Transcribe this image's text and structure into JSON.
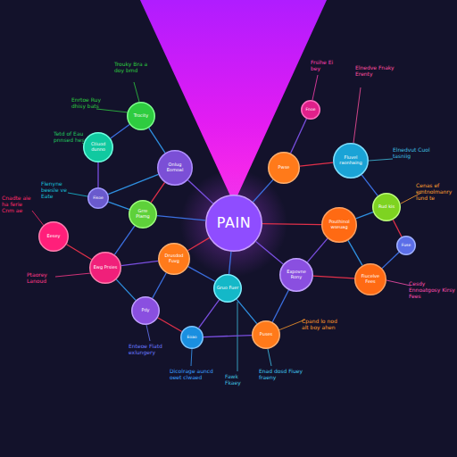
{
  "diagram": {
    "nodes": [
      {
        "text": [
          "Fnoe"
        ]
      },
      {
        "text": [
          "Trocity"
        ]
      },
      {
        "text": [
          "Ctiuod dunno"
        ]
      },
      {
        "text": [
          "Fluvel raonhaing"
        ]
      },
      {
        "text": [
          "Onlug Eomoal"
        ]
      },
      {
        "text": [
          "Pwse"
        ]
      },
      {
        "text": [
          "Fisoe"
        ]
      },
      {
        "text": [
          "Rud kis"
        ]
      },
      {
        "text": [
          "Grre Plamg"
        ]
      },
      {
        "text": [
          "PAIN"
        ]
      },
      {
        "text": [
          "Pouthinol wseuag"
        ]
      },
      {
        "text": [
          "Eesey"
        ]
      },
      {
        "text": [
          "Fuse"
        ]
      },
      {
        "text": [
          "Drusdod Fuvg"
        ]
      },
      {
        "text": [
          "Ewg Prsies"
        ]
      },
      {
        "text": [
          "Expovne Rony"
        ]
      },
      {
        "text": [
          "Fiucelve Fees"
        ]
      },
      {
        "text": [
          "Gruo Fuer"
        ]
      },
      {
        "text": [
          "Pdy"
        ]
      },
      {
        "text": [
          "Puses"
        ]
      },
      {
        "text": [
          "Eoao"
        ]
      }
    ],
    "edges": [
      {
        "from": 9,
        "to": 4,
        "arrow": "none"
      },
      {
        "from": 9,
        "to": 5,
        "arrow": "none"
      },
      {
        "from": 9,
        "to": 10,
        "arrow": "none"
      },
      {
        "from": 9,
        "to": 13,
        "arrow": "none"
      },
      {
        "from": 9,
        "to": 15,
        "arrow": "none"
      },
      {
        "from": 9,
        "to": 17,
        "arrow": "none"
      },
      {
        "from": 9,
        "to": 8,
        "arrow": "none"
      },
      {
        "from": 1,
        "to": 4,
        "arrow": "none"
      },
      {
        "from": 1,
        "to": 2,
        "arrow": "none"
      },
      {
        "from": 4,
        "to": 8,
        "arrow": "none"
      },
      {
        "from": 2,
        "to": 6,
        "arrow": "none"
      },
      {
        "from": 6,
        "to": 8,
        "arrow": "none"
      },
      {
        "from": 8,
        "to": 14,
        "arrow": "none"
      },
      {
        "from": 11,
        "to": 14,
        "arrow": "none"
      },
      {
        "from": 14,
        "to": 13,
        "arrow": "none"
      },
      {
        "from": 14,
        "to": 18,
        "arrow": "none"
      },
      {
        "from": 13,
        "to": 17,
        "arrow": "none"
      },
      {
        "from": 18,
        "to": 20,
        "arrow": "none"
      },
      {
        "from": 20,
        "to": 17,
        "arrow": "none"
      },
      {
        "from": 17,
        "to": 19,
        "arrow": "none"
      },
      {
        "from": 19,
        "to": 15,
        "arrow": "none"
      },
      {
        "from": 15,
        "to": 16,
        "arrow": "none"
      },
      {
        "from": 10,
        "to": 15,
        "arrow": "none"
      },
      {
        "from": 10,
        "to": 7,
        "arrow": "none"
      },
      {
        "from": 7,
        "to": 3,
        "arrow": "none"
      },
      {
        "from": 3,
        "to": 5,
        "arrow": "none"
      },
      {
        "from": 5,
        "to": 0,
        "arrow": "none"
      },
      {
        "from": 10,
        "to": 16,
        "arrow": "none"
      },
      {
        "from": 12,
        "to": 16,
        "arrow": "none"
      },
      {
        "from": 7,
        "to": 12,
        "arrow": "none"
      },
      {
        "from": 20,
        "to": 19,
        "arrow": "none"
      },
      {
        "from": 4,
        "to": 6,
        "arrow": "none"
      },
      {
        "from": 13,
        "to": 18,
        "arrow": "none"
      }
    ],
    "labels": [
      "Trouky Bra a doy bmd",
      "Enrtoe Ruy dhisy bats",
      "Tetd of Eau pnnsed hes",
      "Flenyne beesle ve Eate",
      "Cnadte aie ha ferie Cnm ae",
      "Ptaorey Lanoud",
      "Enteoe Flatd exlungery",
      "Dicolrage auncd oeet clwaed",
      "Fawk Fkaey",
      "Enad dosd Fiuey fraeny",
      "Cpand lo nod alt boy ahen",
      "Frsihe Ei bey",
      "Elnedve Fnaky Erenty",
      "Elnedvut Cuol tasniig",
      "Cenas ef emtnolmanry lund te",
      "Cesdy Ennoatgosy Kirsy Fees"
    ]
  }
}
